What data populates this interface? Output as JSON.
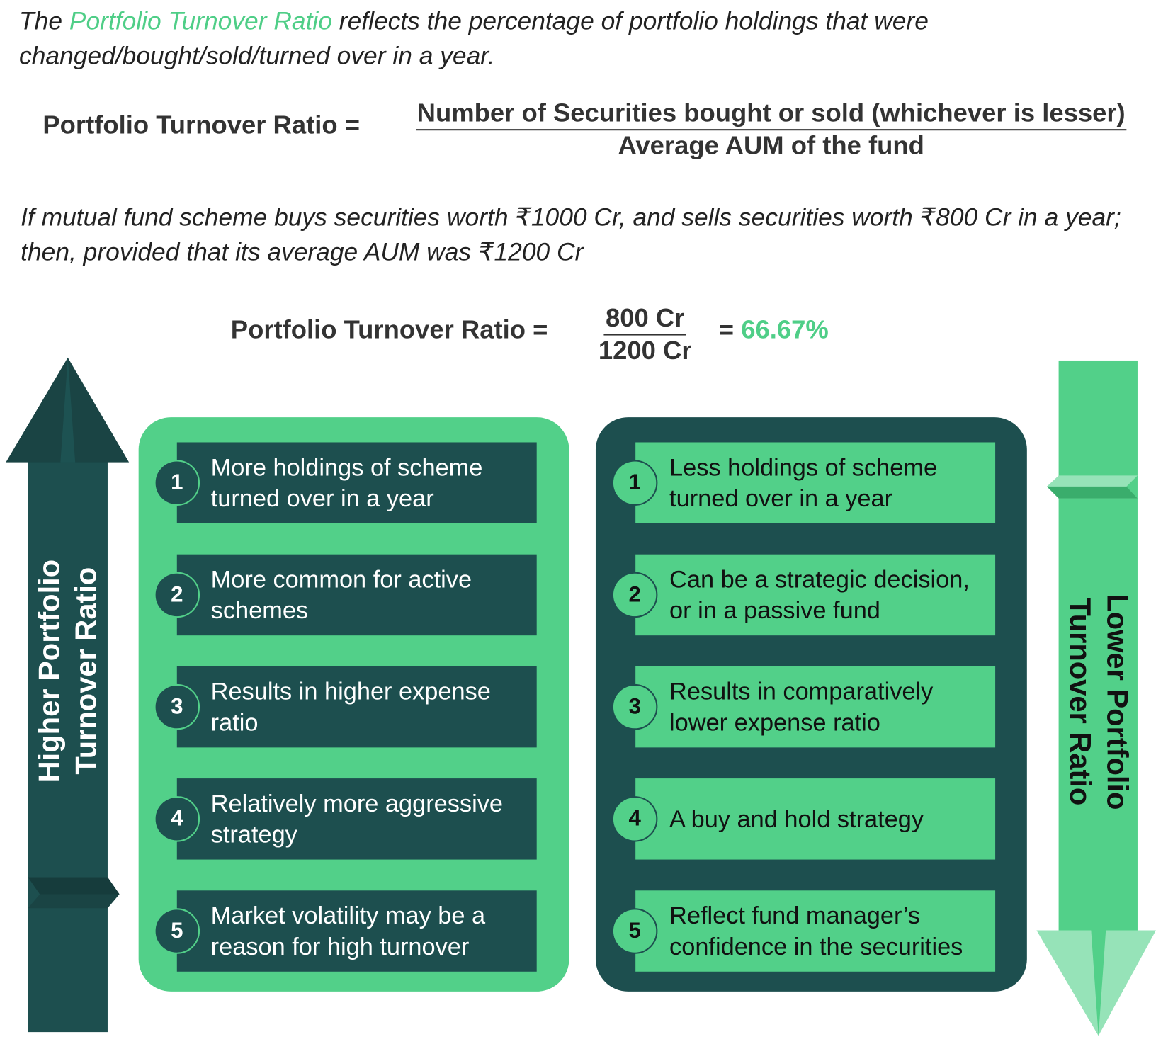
{
  "intro": {
    "prefix": "The ",
    "highlight": "Portfolio Turnover Ratio",
    "suffix": " reflects the percentage of portfolio holdings that were changed/bought/sold/turned over in a year."
  },
  "formula": {
    "label": "Portfolio Turnover Ratio  =",
    "numerator": "Number of Securities bought or sold (whichever is lesser)",
    "denominator": "Average AUM of the fund"
  },
  "example": {
    "text": "If mutual fund scheme buys securities worth ₹1000 Cr, and sells securities worth ₹800 Cr in a year; then, provided that its average AUM was ₹1200 Cr"
  },
  "calculation": {
    "label": "Portfolio Turnover Ratio  =",
    "numerator": "800 Cr",
    "denominator": "1200 Cr",
    "equals": "=",
    "result": "66.67%"
  },
  "higher": {
    "arrow_label_1": "Higher Portfolio",
    "arrow_label_2": "Turnover Ratio",
    "items": [
      {
        "num": "1",
        "text": "More holdings of scheme turned over in a year"
      },
      {
        "num": "2",
        "text": "More common for active schemes"
      },
      {
        "num": "3",
        "text": "Results in higher expense ratio"
      },
      {
        "num": "4",
        "text": "Relatively more aggressive strategy"
      },
      {
        "num": "5",
        "text": "Market volatility may be a reason for high turnover"
      }
    ]
  },
  "lower": {
    "arrow_label_1": "Lower Portfolio",
    "arrow_label_2": "Turnover Ratio",
    "items": [
      {
        "num": "1",
        "text": "Less holdings of scheme turned over in a year"
      },
      {
        "num": "2",
        "text": "Can be a strategic decision, or in a passive fund"
      },
      {
        "num": "3",
        "text": "Results in comparatively lower expense ratio"
      },
      {
        "num": "4",
        "text": "A buy and hold strategy"
      },
      {
        "num": "5",
        "text": "Reflect fund manager’s confidence in the securities"
      }
    ]
  },
  "colors": {
    "dark": "#1d4f4f",
    "green": "#52d089",
    "light_green": "#96e3b8",
    "accent_text": "#4fce87"
  }
}
